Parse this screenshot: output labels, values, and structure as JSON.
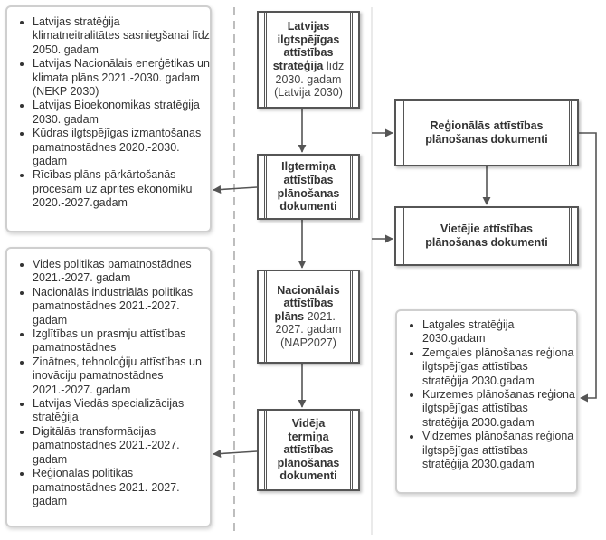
{
  "left_top_list": [
    "Latvijas stratēģija klimatneitralitātes sasniegšanai līdz 2050. gadam",
    "Latvijas Nacionālais enerģētikas un klimata plāns 2021.-2030. gadam (NEKP 2030)",
    "Latvijas Bioekonomikas stratēģija 2030. gadam",
    "Kūdras ilgtspējīgas izmantošanas pamatnostādnes 2020.-2030. gadam",
    "Rīcības plāns pārkārtošanās procesam uz aprites ekonomiku 2020.-2027.gadam"
  ],
  "left_bottom_list": [
    "Vides politikas pamatnostādnes 2021.-2027. gadam",
    "Nacionālās industriālās politikas pamatnostādnes 2021.-2027. gadam",
    "Izglītības un prasmju attīstības pamatnostādnes",
    "Zinātnes, tehnoloģiju attīstības un inovāciju pamatnostādnes 2021.-2027. gadam",
    "Latvijas Viedās specializācijas stratēģija",
    "Digitālās transformācijas pamatnostādnes 2021.-2027. gadam",
    "Reģionālās politikas pamatnostādnes 2021.-2027. gadam"
  ],
  "right_bottom_list": [
    "Latgales stratēģija 2030.gadam",
    "Zemgales plānošanas reģiona ilgtspējīgas attīstības stratēģija 2030.gadam",
    "Kurzemes plānošanas reģiona ilgtspējīgas attīstības stratēģija 2030.gadam",
    "Vidzemes plānošanas reģiona ilgtspējīgas attīstības stratēģija 2030.gadam"
  ],
  "nodes": {
    "strategy": {
      "bold": "Latvijas ilgtspējīgas attīstības stratēģija",
      "light": "līdz 2030. gadam (Latvija 2030)"
    },
    "long_term": {
      "bold": "Ilgtermiņa attīstības plānošanas dokumenti"
    },
    "nap": {
      "bold": "Nacionālais attīstības plāns",
      "light": "2021. - 2027. gadam (NAP2027)"
    },
    "mid_term": {
      "bold": "Vidēja termiņa attīstības plānošanas dokumenti"
    },
    "regional": {
      "bold": "Reģionālās attīstības plānošanas dokumenti"
    },
    "local": {
      "bold": "Vietējie attīstības plānošanas dokumenti"
    }
  }
}
